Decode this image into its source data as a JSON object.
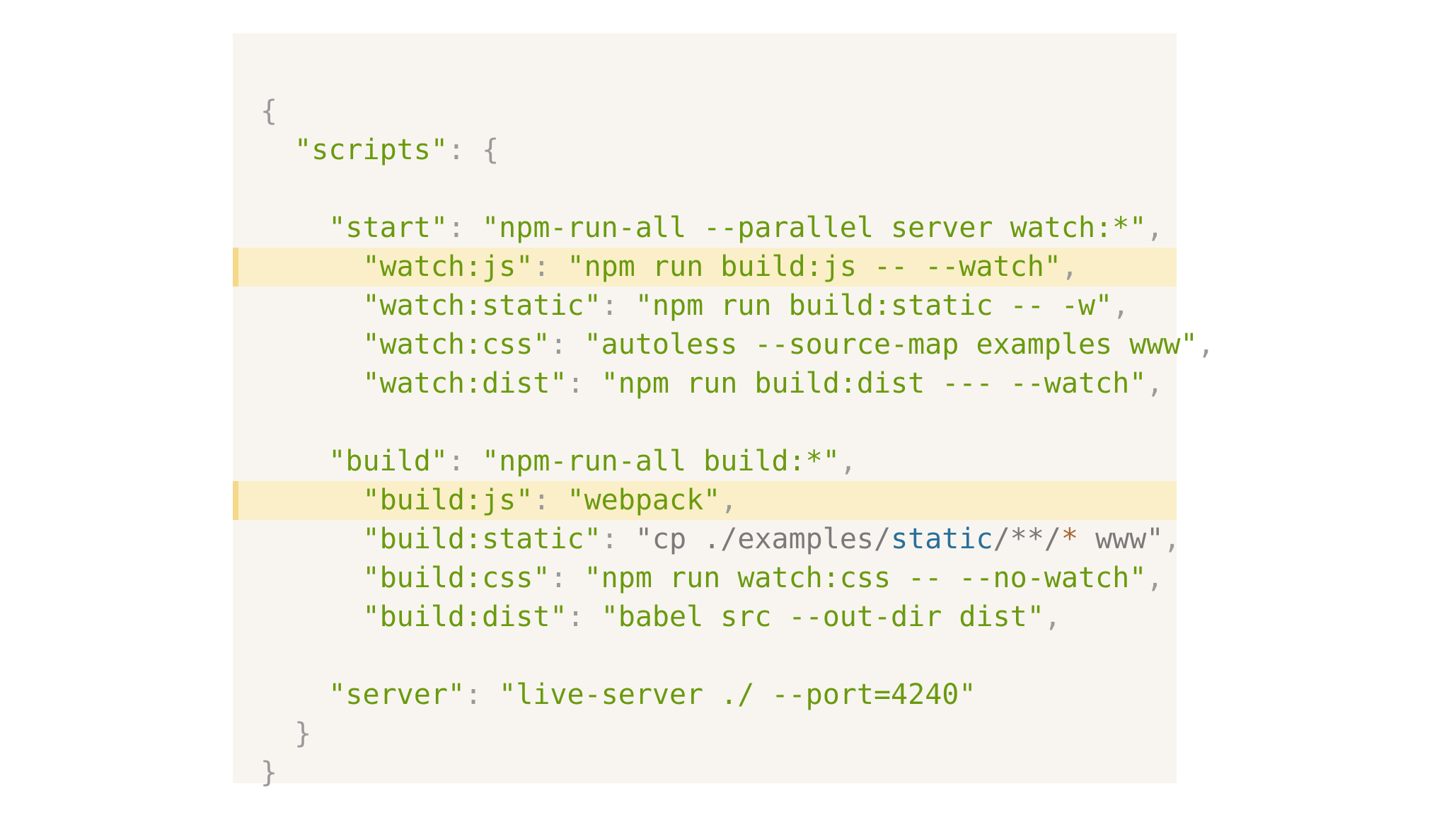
{
  "code": {
    "open_brace": "{",
    "scripts_key": "\"scripts\"",
    "colon": ": ",
    "comma": ",",
    "open_obj": "{",
    "start_key": "\"start\"",
    "start_val": "\"npm-run-all --parallel server watch:*\"",
    "watch_js_key": "\"watch:js\"",
    "watch_js_val": "\"npm run build:js -- --watch\"",
    "watch_static_key": "\"watch:static\"",
    "watch_static_val": "\"npm run build:static -- -w\"",
    "watch_css_key": "\"watch:css\"",
    "watch_css_val": "\"autoless --source-map examples www\"",
    "watch_dist_key": "\"watch:dist\"",
    "watch_dist_val": "\"npm run build:dist --- --watch\"",
    "build_key": "\"build\"",
    "build_val": "\"npm-run-all build:*\"",
    "build_js_key": "\"build:js\"",
    "build_js_val": "\"webpack\"",
    "build_static_key": "\"build:static\"",
    "build_static_val_a": "\"cp ./examples/",
    "build_static_val_b": "static",
    "build_static_val_c": "/**/",
    "build_static_val_d": "*",
    "build_static_val_e": " www\"",
    "build_css_key": "\"build:css\"",
    "build_css_val": "\"npm run watch:css -- --no-watch\"",
    "build_dist_key": "\"build:dist\"",
    "build_dist_val": "\"babel src --out-dir dist\"",
    "server_key": "\"server\"",
    "server_val": "\"live-server ./ --port=4240\"",
    "close_obj": "}",
    "close_brace": "}"
  },
  "colors": {
    "background": "#f8f5f0",
    "highlight": "#faefc8",
    "highlight_bar": "#f3d989",
    "string": "#6a9a0f",
    "punctuation": "#9a9a9a",
    "keyword": "#2a6f9a"
  }
}
